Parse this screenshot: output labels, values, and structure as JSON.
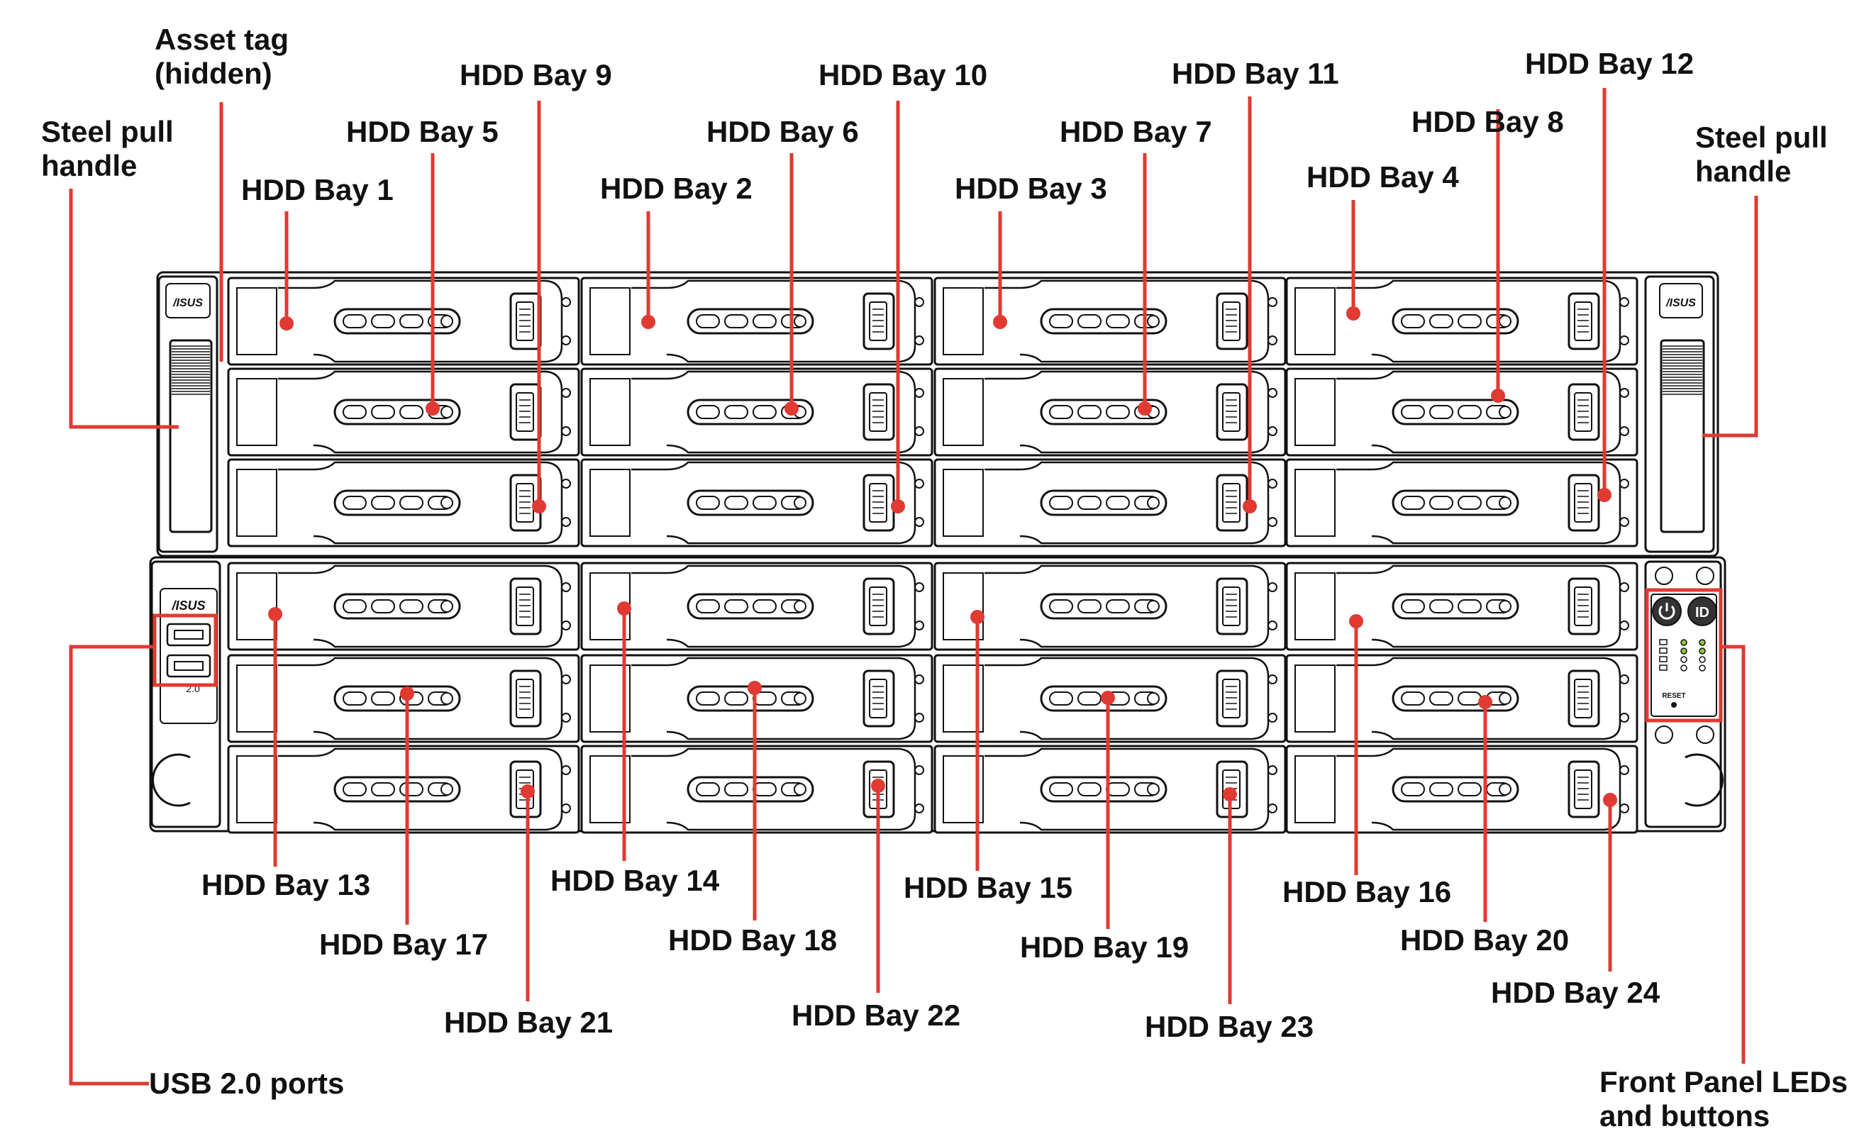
{
  "colors": {
    "accent": "#e03a32",
    "line": "#111111",
    "chassis": "#ffffff"
  },
  "logo_text": "/ISUS",
  "usb_label": "2.0",
  "reset_label": "RESET",
  "id_button_label": "ID",
  "power_icon": "power-icon",
  "callouts": {
    "asset_tag_line1": "Asset tag",
    "asset_tag_line2": "(hidden)",
    "handle_left_line1": "Steel pull",
    "handle_left_line2": "handle",
    "handle_right_line1": "Steel pull",
    "handle_right_line2": "handle",
    "usb": "USB 2.0 ports",
    "front_panel_line1": "Front Panel LEDs",
    "front_panel_line2": "and buttons"
  },
  "bays": [
    {
      "label": "HDD Bay 1"
    },
    {
      "label": "HDD Bay 2"
    },
    {
      "label": "HDD Bay 3"
    },
    {
      "label": "HDD Bay 4"
    },
    {
      "label": "HDD Bay 5"
    },
    {
      "label": "HDD Bay 6"
    },
    {
      "label": "HDD Bay 7"
    },
    {
      "label": "HDD Bay 8"
    },
    {
      "label": "HDD Bay 9"
    },
    {
      "label": "HDD Bay 10"
    },
    {
      "label": "HDD Bay 11"
    },
    {
      "label": "HDD Bay 12"
    },
    {
      "label": "HDD Bay 13"
    },
    {
      "label": "HDD Bay 14"
    },
    {
      "label": "HDD Bay 15"
    },
    {
      "label": "HDD Bay 16"
    },
    {
      "label": "HDD Bay 17"
    },
    {
      "label": "HDD Bay 18"
    },
    {
      "label": "HDD Bay 19"
    },
    {
      "label": "HDD Bay 20"
    },
    {
      "label": "HDD Bay 21"
    },
    {
      "label": "HDD Bay 22"
    },
    {
      "label": "HDD Bay 23"
    },
    {
      "label": "HDD Bay 24"
    }
  ]
}
